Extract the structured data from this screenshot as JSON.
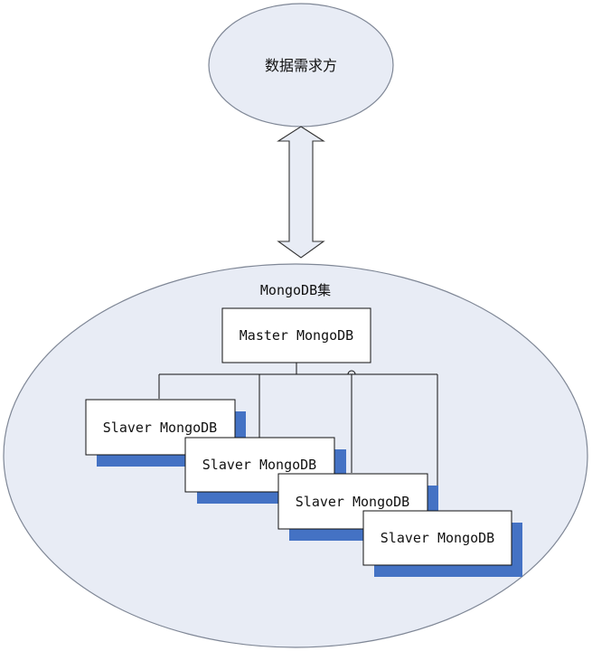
{
  "diagram": {
    "requester": {
      "label": "数据需求方"
    },
    "cluster": {
      "label": "MongoDB集"
    },
    "master": {
      "label": "Master MongoDB"
    },
    "slaves": [
      {
        "label": "Slaver MongoDB"
      },
      {
        "label": "Slaver MongoDB"
      },
      {
        "label": "Slaver MongoDB"
      },
      {
        "label": "Slaver MongoDB"
      }
    ]
  },
  "colors": {
    "ellipse_fill": "#e8ecf5",
    "ellipse_stroke": "#7f8796",
    "box_shadow": "#4472c4",
    "box_fill": "#ffffff",
    "line": "#111111",
    "arrow_fill": "#e8ecf5"
  }
}
